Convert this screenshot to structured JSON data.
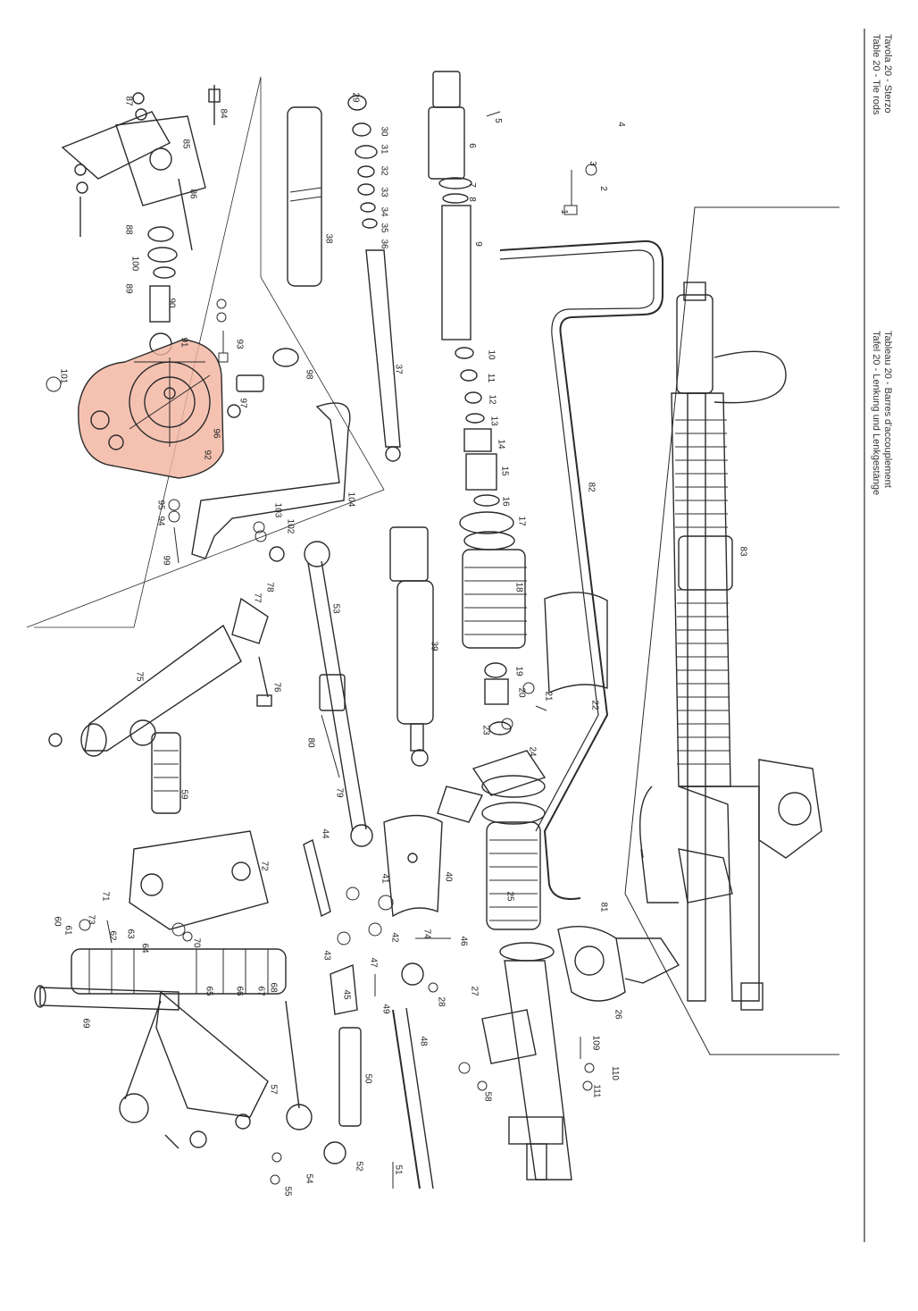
{
  "header_left": {
    "line1": "Tavola  20  -  Sterzo",
    "line2": "Table   20  -  Tie rods"
  },
  "header_right": {
    "line1": "Tableau 20  -  Barres d'accouplement",
    "line2": "Tafel   20  -  Lenkung und Lenkgestänge"
  },
  "highlight_color": "#f3b39f",
  "part_numbers": [
    "1",
    "2",
    "3",
    "4",
    "5",
    "6",
    "7",
    "8",
    "9",
    "10",
    "11",
    "12",
    "13",
    "14",
    "15",
    "16",
    "17",
    "18",
    "19",
    "20",
    "21",
    "22",
    "23",
    "24",
    "25",
    "26",
    "27",
    "28",
    "29",
    "30",
    "31",
    "32",
    "33",
    "34",
    "35",
    "36",
    "37",
    "38",
    "39",
    "40",
    "41",
    "42",
    "43",
    "44",
    "45",
    "46",
    "47",
    "48",
    "49",
    "50",
    "51",
    "52",
    "53",
    "54",
    "55",
    "57",
    "58",
    "59",
    "60",
    "61",
    "62",
    "63",
    "64",
    "65",
    "66",
    "67",
    "68",
    "69",
    "70",
    "71",
    "72",
    "73",
    "74",
    "75",
    "76",
    "77",
    "78",
    "79",
    "80",
    "81",
    "82",
    "83",
    "84",
    "85",
    "86",
    "87",
    "88",
    "89",
    "90",
    "91",
    "92",
    "93",
    "94",
    "95",
    "96",
    "97",
    "98",
    "99",
    "100",
    "101",
    "102",
    "103",
    "104",
    "109",
    "110",
    "111"
  ]
}
